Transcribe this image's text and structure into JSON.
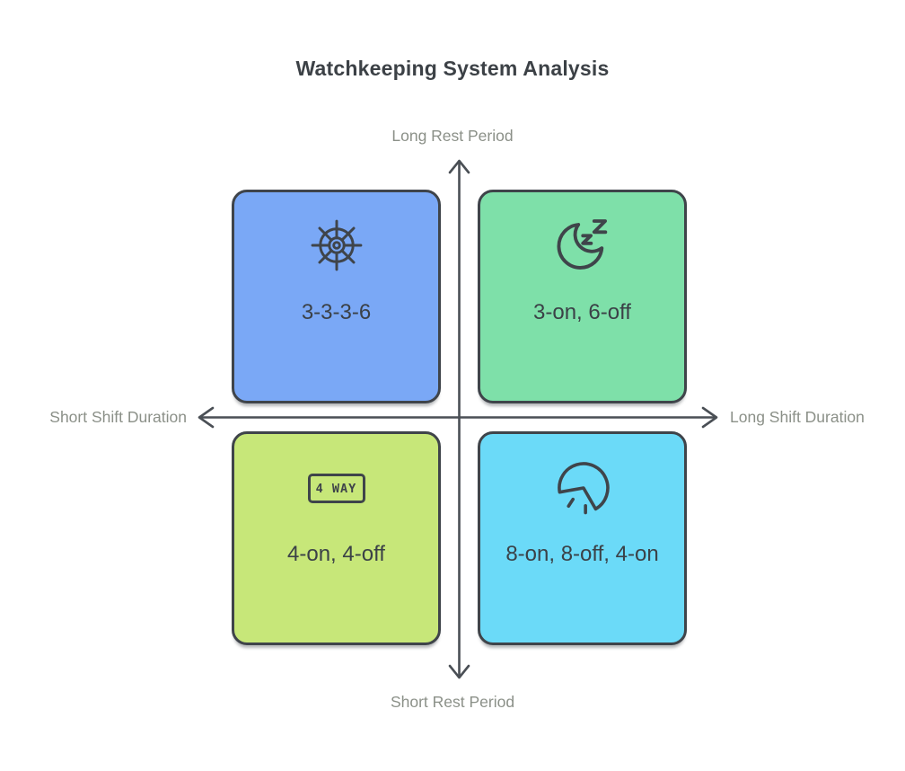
{
  "title": "Watchkeeping System Analysis",
  "axes": {
    "top": "Long Rest Period",
    "bottom": "Short Rest Period",
    "left": "Short Shift Duration",
    "right": "Long Shift Duration"
  },
  "quadrants": {
    "top_left": {
      "label": "3-3-3-6",
      "icon": "ships-wheel-icon",
      "color": "#7AA8F6"
    },
    "top_right": {
      "label": "3-on, 6-off",
      "icon": "sleeping-moon-icon",
      "color": "#7EE0A9"
    },
    "bottom_left": {
      "label": "4-on, 4-off",
      "icon": "four-way-sign-icon",
      "sign_text": "4 WAY",
      "color": "#C7E779"
    },
    "bottom_right": {
      "label": "8-on, 8-off, 4-on",
      "icon": "pie-timer-icon",
      "color": "#6BDAF8"
    }
  },
  "colors": {
    "outline": "#3F444A",
    "arrow": "#4A4F55",
    "axis_label_text": "#8B9088",
    "title_text": "#3C4146",
    "quadrant_text": "#3B4147",
    "background": "#FFFFFF"
  }
}
